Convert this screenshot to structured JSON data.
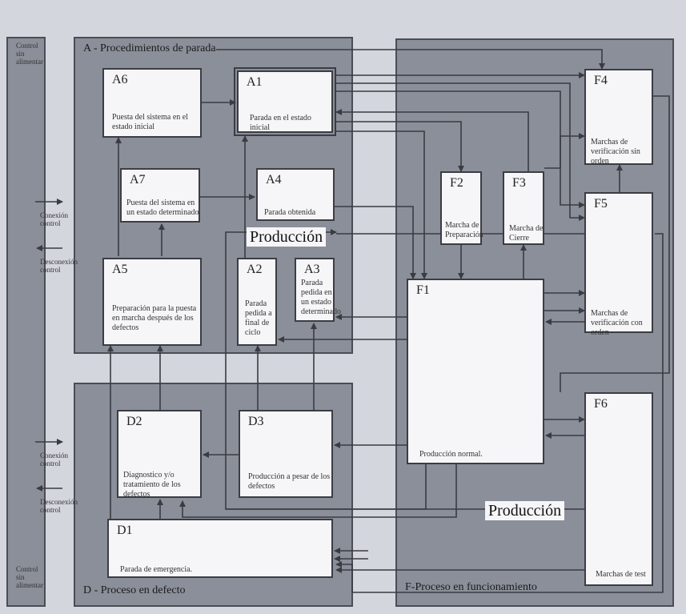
{
  "panels": {
    "control_strip_top": "Control sin alimentar",
    "control_strip_bottom": "Control sin alimentar",
    "conexion_1": "Conexión control",
    "desconexion_1": "Desconexión control",
    "conexion_2": "Conexión control",
    "desconexion_2": "Desconexión control",
    "a_title": "A - Procedimientos de parada",
    "d_title": "D - Proceso en defecto",
    "f_title": "F-Proceso en  funcionamiento"
  },
  "boxes": {
    "A6": {
      "id": "A6",
      "text": "Puesta del sistema en el estado inicial"
    },
    "A1": {
      "id": "A1",
      "text": "Parada en el estado inicial"
    },
    "A7": {
      "id": "A7",
      "text": "Puesta del sistema en un estado determinado"
    },
    "A4": {
      "id": "A4",
      "text": "Parada obtenida"
    },
    "A5": {
      "id": "A5",
      "text": "Preparación para la puesta en marcha después de los defectos"
    },
    "A2": {
      "id": "A2",
      "text": "Parada pedida a final de ciclo"
    },
    "A3": {
      "id": "A3",
      "text": "Parada pedida en un estado determinado"
    },
    "F2": {
      "id": "F2",
      "text": "Marcha de Preparación"
    },
    "F3": {
      "id": "F3",
      "text": "Marcha de Cierre"
    },
    "F4": {
      "id": "F4",
      "text": "Marchas de verificación sin orden"
    },
    "F5": {
      "id": "F5",
      "text": "Marchas de verificación con orden"
    },
    "F1": {
      "id": "F1",
      "text": "Producción normal."
    },
    "F6": {
      "id": "F6",
      "text": "Marchas de test"
    },
    "D2": {
      "id": "D2",
      "text": "Diagnostico y/o tratamiento de los defectos"
    },
    "D3": {
      "id": "D3",
      "text": "Producción a pesar de los defectos"
    },
    "D1": {
      "id": "D1",
      "text": "Parada de emergencia."
    }
  },
  "produccion_labels": {
    "upper": "Producción",
    "lower": "Producción"
  }
}
